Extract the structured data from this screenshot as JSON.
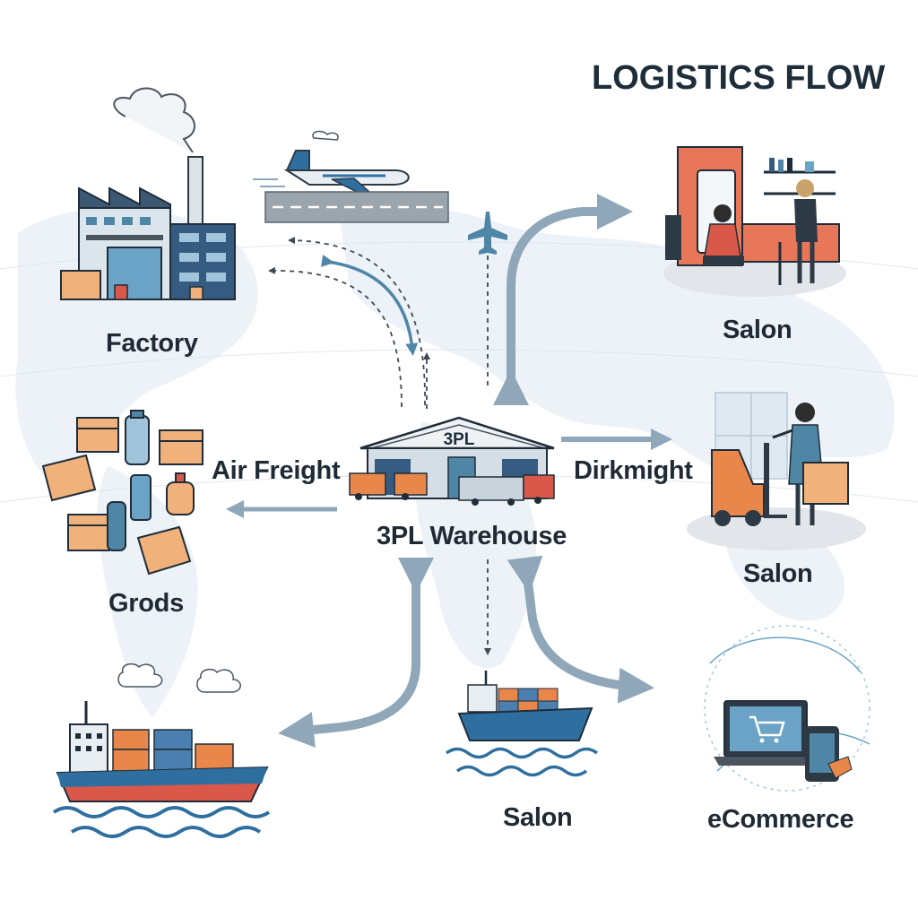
{
  "title": "LOGISTICS FLOW",
  "nodes": {
    "factory": "Factory",
    "air_freight": "Air Freight",
    "goods": "Grods",
    "warehouse": "3PL Warehouse",
    "warehouse_sign": "3PL",
    "salon_top": "Salon",
    "dirkmight": "Dirkmight",
    "salon_middle": "Salon",
    "salon_bottom": "Salon",
    "ecommerce": "eCommerce"
  },
  "icons": [
    "factory-icon",
    "airplane-icon",
    "runway-icon",
    "goods-icon",
    "warehouse-icon",
    "salon-icon",
    "forklift-icon",
    "cargo-ship-icon",
    "small-ship-icon",
    "laptop-cart-icon",
    "phone-icon",
    "world-map-background"
  ],
  "colors": {
    "arrow": "#8fa7b8",
    "arrow_blue": "#4f86a6",
    "dashed": "#3f4a55",
    "box": "#f0b27a",
    "ship_red": "#d9584a",
    "ship_blue": "#2f6f9f",
    "container_orange": "#e9874a",
    "container_blue": "#4b7fb0",
    "salon_wall": "#e8775a",
    "text": "#1f2a35"
  }
}
